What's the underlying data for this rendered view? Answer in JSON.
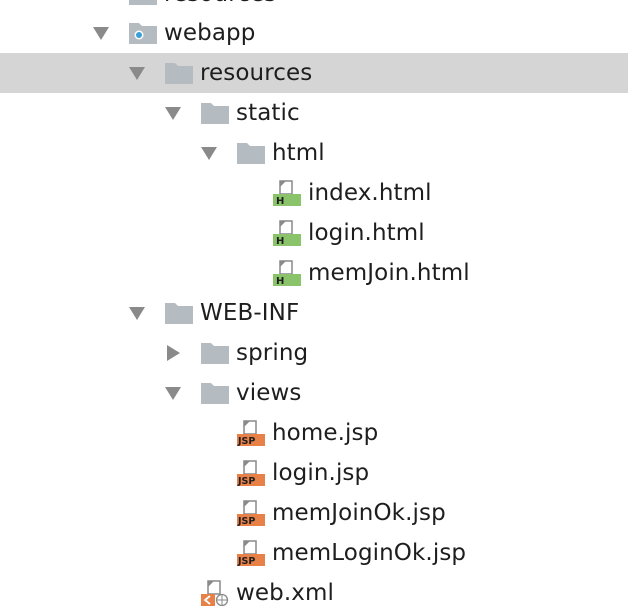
{
  "tree": {
    "items": [
      {
        "label": "resources",
        "icon": "folder-icon",
        "depth": 3,
        "arrow": "none",
        "partial": true
      },
      {
        "label": "webapp",
        "icon": "web-folder-icon",
        "depth": 2,
        "arrow": "down"
      },
      {
        "label": "resources",
        "icon": "folder-icon",
        "depth": 3,
        "arrow": "down",
        "selected": true
      },
      {
        "label": "static",
        "icon": "folder-icon",
        "depth": 4,
        "arrow": "down"
      },
      {
        "label": "html",
        "icon": "folder-icon",
        "depth": 5,
        "arrow": "down"
      },
      {
        "label": "index.html",
        "icon": "html-file-icon",
        "depth": 6,
        "arrow": "none"
      },
      {
        "label": "login.html",
        "icon": "html-file-icon",
        "depth": 6,
        "arrow": "none"
      },
      {
        "label": "memJoin.html",
        "icon": "html-file-icon",
        "depth": 6,
        "arrow": "none"
      },
      {
        "label": "WEB-INF",
        "icon": "folder-icon",
        "depth": 3,
        "arrow": "down"
      },
      {
        "label": "spring",
        "icon": "folder-icon",
        "depth": 4,
        "arrow": "right"
      },
      {
        "label": "views",
        "icon": "folder-icon",
        "depth": 4,
        "arrow": "down"
      },
      {
        "label": "home.jsp",
        "icon": "jsp-file-icon",
        "depth": 5,
        "arrow": "none"
      },
      {
        "label": "login.jsp",
        "icon": "jsp-file-icon",
        "depth": 5,
        "arrow": "none"
      },
      {
        "label": "memJoinOk.jsp",
        "icon": "jsp-file-icon",
        "depth": 5,
        "arrow": "none"
      },
      {
        "label": "memLoginOk.jsp",
        "icon": "jsp-file-icon",
        "depth": 5,
        "arrow": "none"
      },
      {
        "label": "web.xml",
        "icon": "xml-file-icon",
        "depth": 4,
        "arrow": "none"
      }
    ]
  },
  "icons": {
    "html_badge": "H",
    "jsp_badge": "JSP"
  },
  "colors": {
    "folder": "#b4bbc1",
    "selection": "#d5d5d5",
    "html_badge": "#8bc36a",
    "jsp_badge": "#e88148",
    "web_dot": "#3a9fd6",
    "arrow": "#8a8a8a"
  }
}
